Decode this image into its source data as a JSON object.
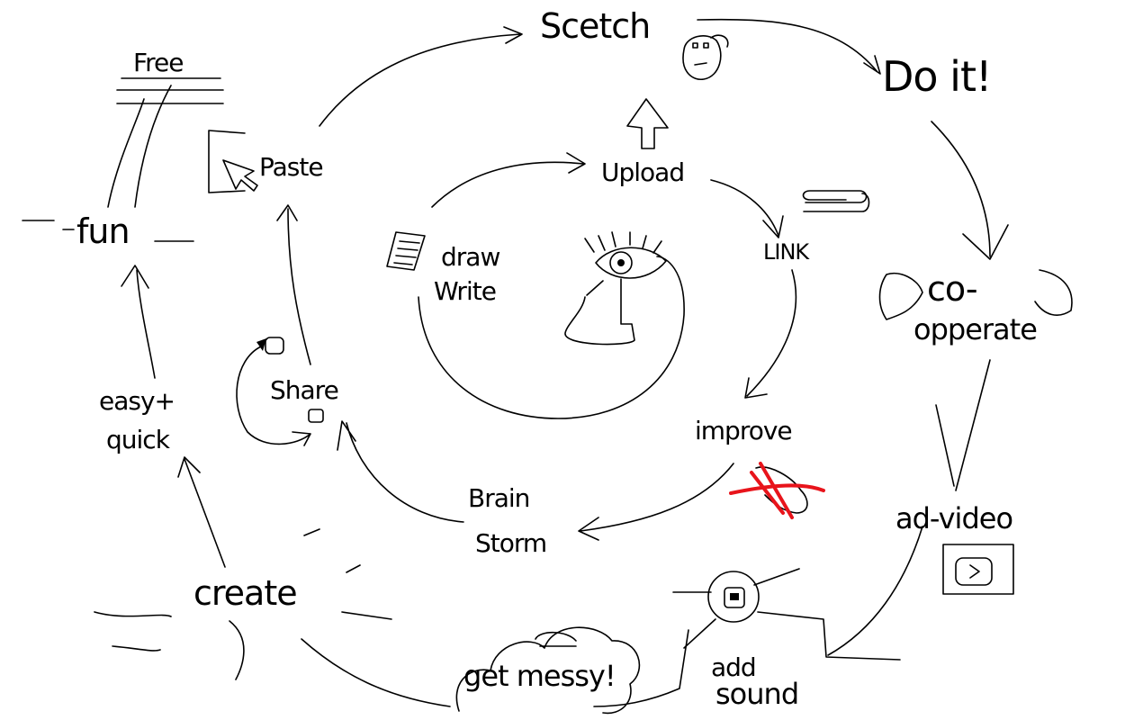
{
  "labels": {
    "sketch": "Scetch",
    "do_it": "Do it!",
    "co_operate_1": "co-",
    "co_operate_2": "opperate",
    "ad_video": "ad-video",
    "add_sound_1": "add",
    "add_sound_2": "sound",
    "get_messy": "get messy!",
    "create": "create",
    "easy_quick_1": "easy+",
    "easy_quick_2": "quick",
    "fun": "fun",
    "free": "Free",
    "paste": "Paste",
    "upload": "Upload",
    "link": "LINK",
    "improve": "improve",
    "brain_storm_1": "Brain",
    "brain_storm_2": "Storm",
    "share": "Share",
    "draw_write_1": "draw",
    "draw_write_2": "Write"
  },
  "icons": [
    "face-icon",
    "upload-arrow-icon",
    "paperclip-icon",
    "document-icon",
    "cursor-icon",
    "eye-icon",
    "hands-icon",
    "video-screen-icon",
    "speaker-icon",
    "cloud-icon",
    "share-node-icon",
    "crossed-out-scissors-icon"
  ],
  "colors": {
    "ink": "#000000",
    "cross": "#e8141b",
    "background": "#ffffff"
  }
}
